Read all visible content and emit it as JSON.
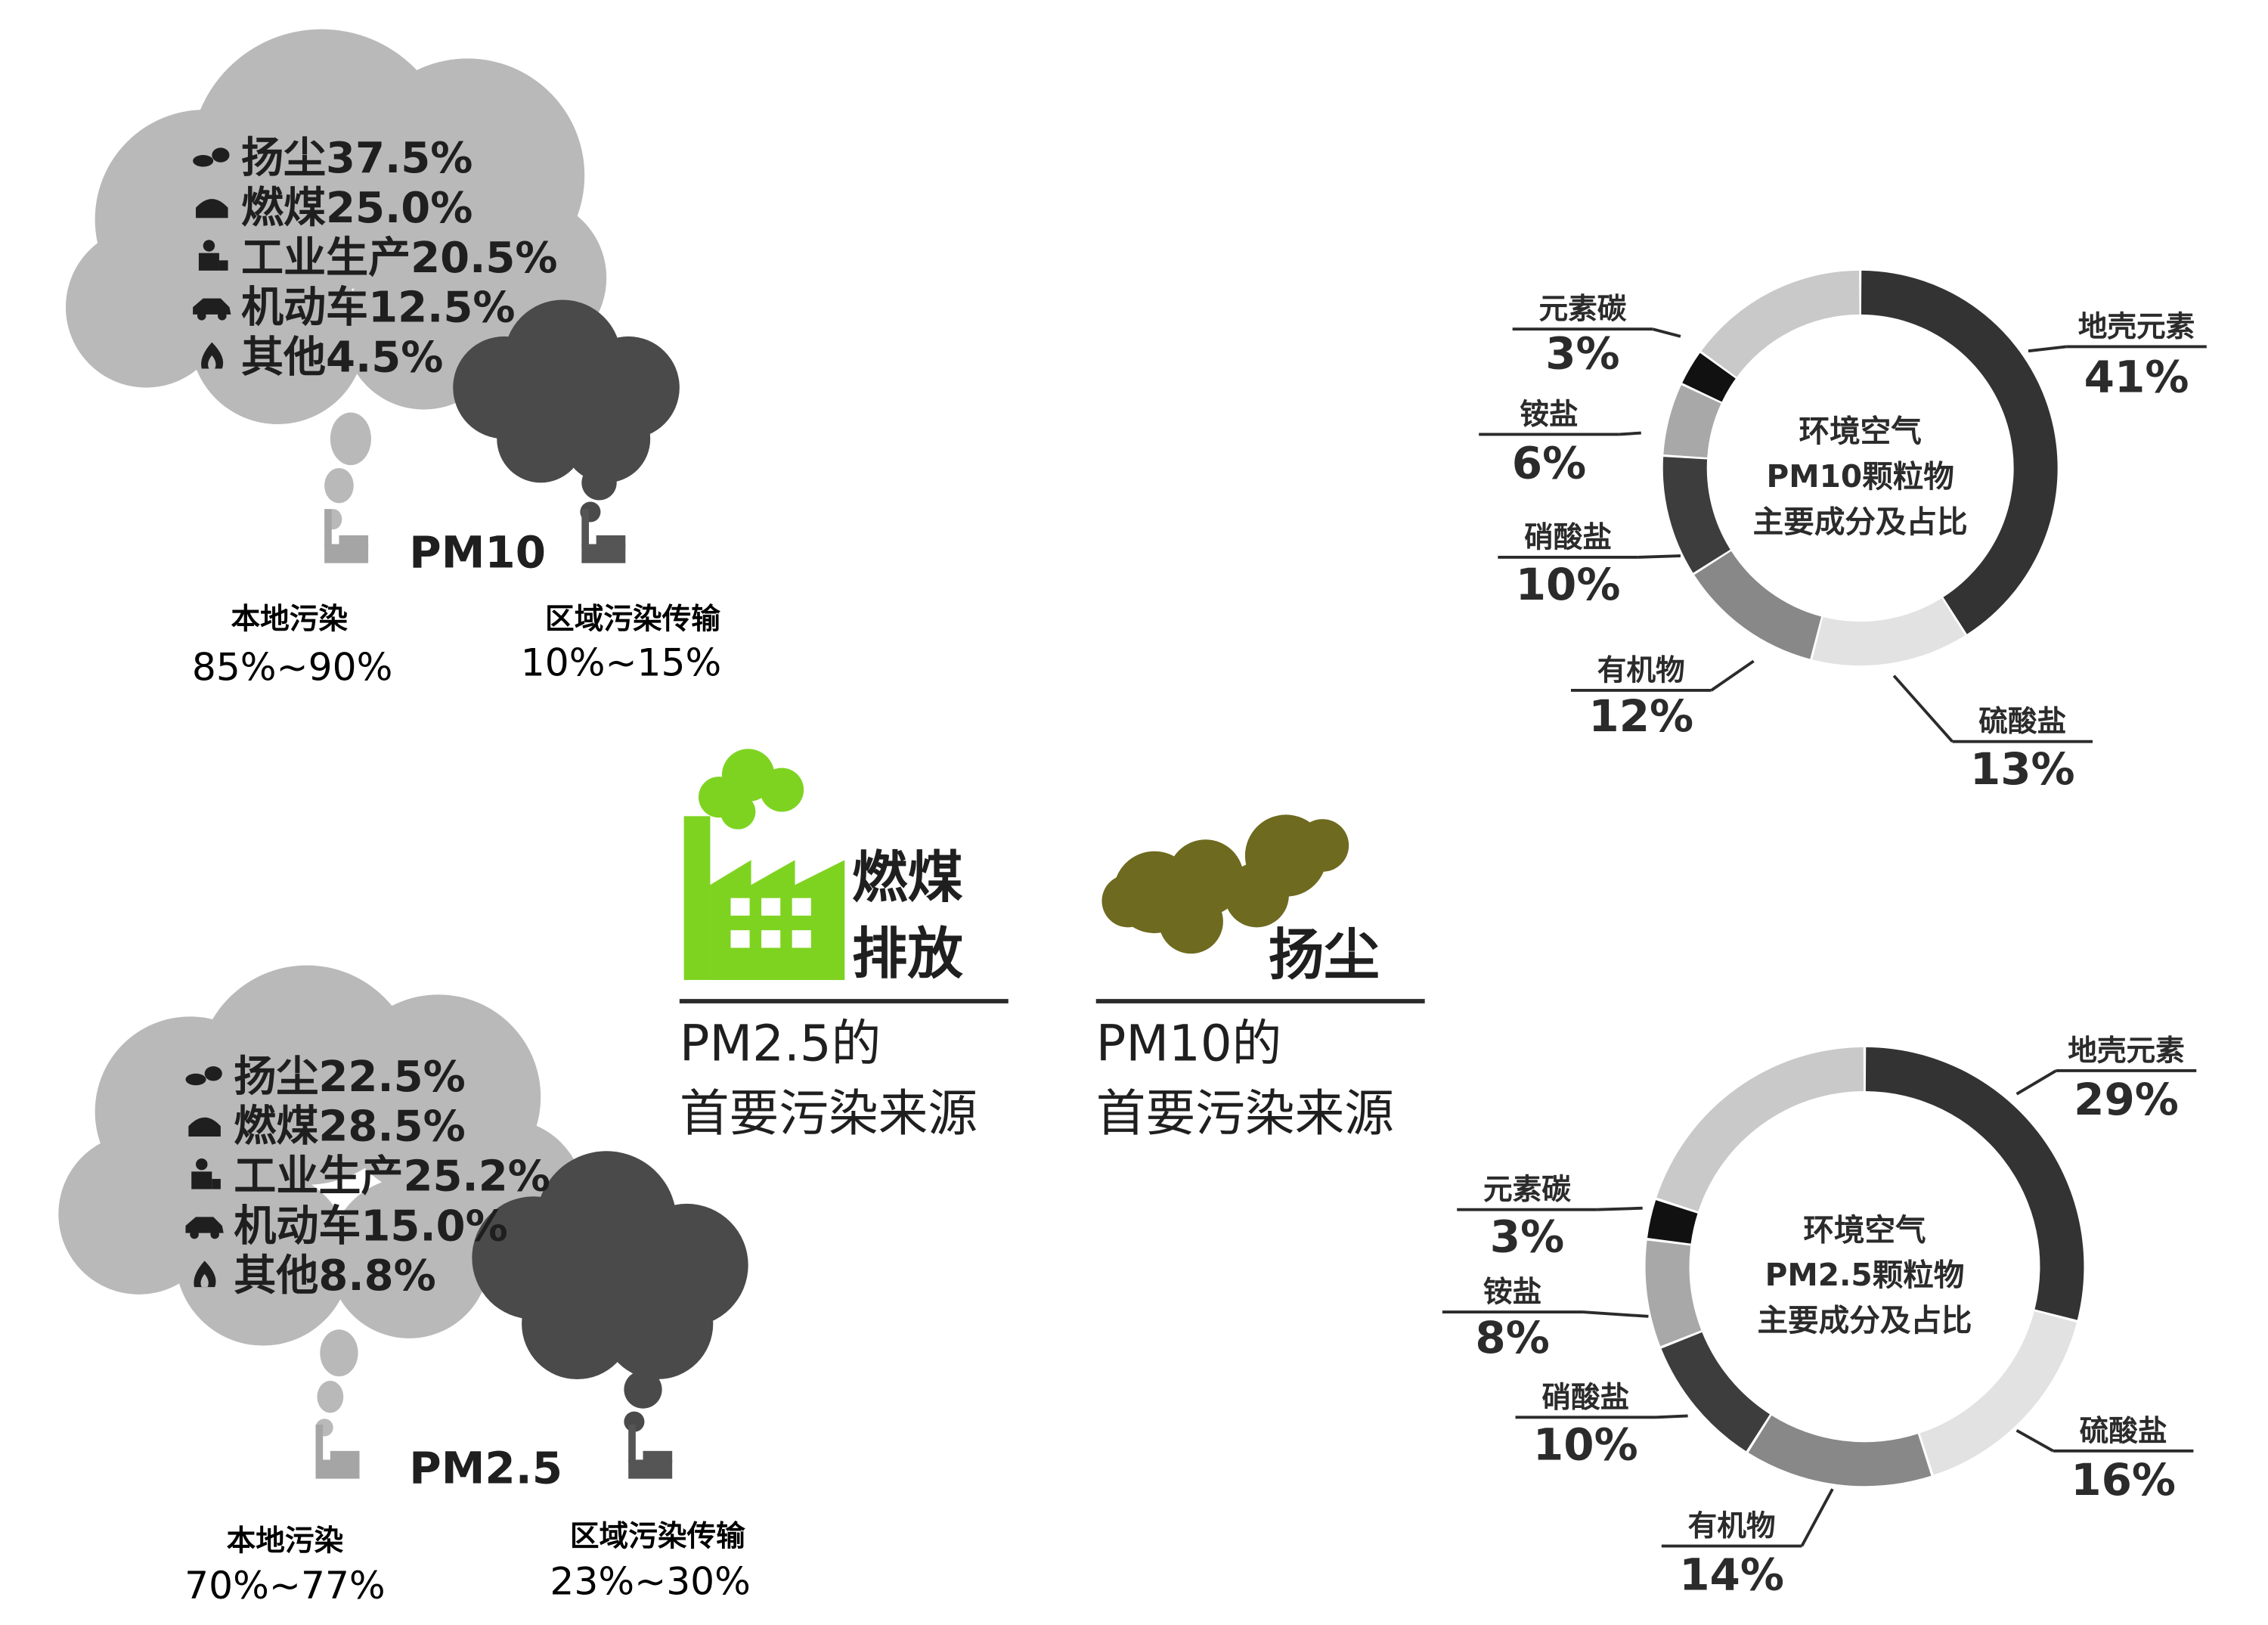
{
  "pm10_sources": {
    "label": "PM10",
    "items": [
      {
        "icon": "dust-icon",
        "text": "扬尘37.5%"
      },
      {
        "icon": "coal-icon",
        "text": "燃煤25.0%"
      },
      {
        "icon": "worker-icon",
        "text": "工业生产20.5%"
      },
      {
        "icon": "car-icon",
        "text": "机动车12.5%"
      },
      {
        "icon": "fire-icon",
        "text": "其他4.5%"
      }
    ],
    "local_label": "本地污染",
    "local_value": "85%~90%",
    "regional_label": "区域污染传输",
    "regional_value": "10%~15%"
  },
  "pm25_sources": {
    "label": "PM2.5",
    "items": [
      {
        "icon": "dust-icon",
        "text": "扬尘22.5%"
      },
      {
        "icon": "coal-icon",
        "text": "燃煤28.5%"
      },
      {
        "icon": "worker-icon",
        "text": "工业生产25.2%"
      },
      {
        "icon": "car-icon",
        "text": "机动车15.0%"
      },
      {
        "icon": "fire-icon",
        "text": "其他8.8%"
      }
    ],
    "local_label": "本地污染",
    "local_value": "70%~77%",
    "regional_label": "区域污染传输",
    "regional_value": "23%~30%"
  },
  "center": {
    "coal_title_1": "燃煤",
    "coal_title_2": "排放",
    "coal_caption_1": "PM2.5的",
    "coal_caption_2": "首要污染来源",
    "dust_title": "扬尘",
    "dust_caption_1": "PM10的",
    "dust_caption_2": "首要污染来源",
    "green": "#7ed321",
    "olive": "#6e6a1f"
  },
  "chart_data": [
    {
      "type": "pie",
      "title": [
        "环境空气",
        "PM10颗粒物",
        "主要成分及占比"
      ],
      "slices": [
        {
          "name": "地壳元素",
          "value": 41,
          "label": "41%",
          "color": "#333333"
        },
        {
          "name": "硫酸盐",
          "value": 13,
          "label": "13%",
          "color": "#e2e2e2"
        },
        {
          "name": "有机物",
          "value": 12,
          "label": "12%",
          "color": "#888888"
        },
        {
          "name": "硝酸盐",
          "value": 10,
          "label": "10%",
          "color": "#3d3d3d"
        },
        {
          "name": "铵盐",
          "value": 6,
          "label": "6%",
          "color": "#a8a8a8"
        },
        {
          "name": "元素碳",
          "value": 3,
          "label": "3%",
          "color": "#111111"
        },
        {
          "name": "",
          "value": 15,
          "label": "",
          "color": "#c9c9c9"
        }
      ]
    },
    {
      "type": "pie",
      "title": [
        "环境空气",
        "PM2.5颗粒物",
        "主要成分及占比"
      ],
      "slices": [
        {
          "name": "地壳元素",
          "value": 29,
          "label": "29%",
          "color": "#333333"
        },
        {
          "name": "硫酸盐",
          "value": 16,
          "label": "16%",
          "color": "#e2e2e2"
        },
        {
          "name": "有机物",
          "value": 14,
          "label": "14%",
          "color": "#888888"
        },
        {
          "name": "硝酸盐",
          "value": 10,
          "label": "10%",
          "color": "#3d3d3d"
        },
        {
          "name": "铵盐",
          "value": 8,
          "label": "8%",
          "color": "#a8a8a8"
        },
        {
          "name": "元素碳",
          "value": 3,
          "label": "3%",
          "color": "#111111"
        },
        {
          "name": "",
          "value": 20,
          "label": "",
          "color": "#c9c9c9"
        }
      ]
    }
  ]
}
